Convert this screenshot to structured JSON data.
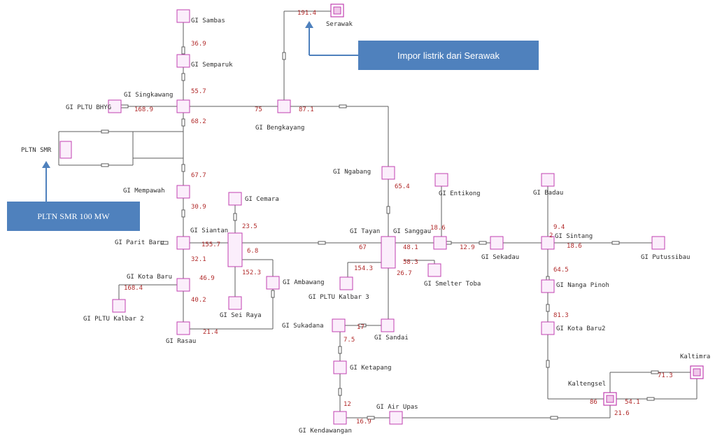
{
  "colors": {
    "line": "#5c5c5c",
    "node": "#c040b0",
    "flow": "#b12a2a",
    "label": "#2e2e2e",
    "callout": "#4f81bd"
  },
  "callouts": {
    "serawak": "Impor listrik dari Serawak",
    "pltn": "PLTN SMR 100 MW"
  },
  "substations": [
    {
      "name": "GI Sambas"
    },
    {
      "name": "GI Semparuk"
    },
    {
      "name": "GI Singkawang"
    },
    {
      "name": "GI PLTU BHYG"
    },
    {
      "name": "GI Bengkayang"
    },
    {
      "name": "Serawak"
    },
    {
      "name": "PLTN SMR"
    },
    {
      "name": "GI Mempawah"
    },
    {
      "name": "GI Parit Baru"
    },
    {
      "name": "GI Siantan"
    },
    {
      "name": "GI Cemara"
    },
    {
      "name": "GI Kota Baru"
    },
    {
      "name": "GI PLTU Kalbar 2"
    },
    {
      "name": "GI Rasau"
    },
    {
      "name": "GI Sei Raya"
    },
    {
      "name": "GI Ambawang"
    },
    {
      "name": "GI Ngabang"
    },
    {
      "name": "GI Tayan"
    },
    {
      "name": "GI Sanggau"
    },
    {
      "name": "GI Entikong"
    },
    {
      "name": "GI Smelter Toba"
    },
    {
      "name": "GI PLTU Kalbar 3"
    },
    {
      "name": "GI Sekadau"
    },
    {
      "name": "GI Sintang"
    },
    {
      "name": "GI Badau"
    },
    {
      "name": "GI Putussibau"
    },
    {
      "name": "GI Nanga Pinoh"
    },
    {
      "name": "GI Kota Baru2"
    },
    {
      "name": "GI Sukadana"
    },
    {
      "name": "GI Sandai"
    },
    {
      "name": "GI Ketapang"
    },
    {
      "name": "GI Kendawangan"
    },
    {
      "name": "GI Air Upas"
    },
    {
      "name": "Kaltengsel"
    },
    {
      "name": "Kaltimra"
    }
  ],
  "flows": [
    "36.9",
    "55.7",
    "168.9",
    "68.2",
    "75",
    "87.1",
    "191.4",
    "67.7",
    "30.9",
    "155.7",
    "23.5",
    "6.8",
    "152.3",
    "32.1",
    "46.9",
    "168.4",
    "40.2",
    "21.4",
    "65.4",
    "67",
    "48.1",
    "58.3",
    "154.3",
    "26.7",
    "18.6",
    "12.9",
    "9.4",
    "2",
    "18.6",
    "64.5",
    "81.3",
    "17",
    "7.5",
    "12",
    "16.9",
    "86",
    "54.1",
    "21.6",
    "71.3"
  ]
}
